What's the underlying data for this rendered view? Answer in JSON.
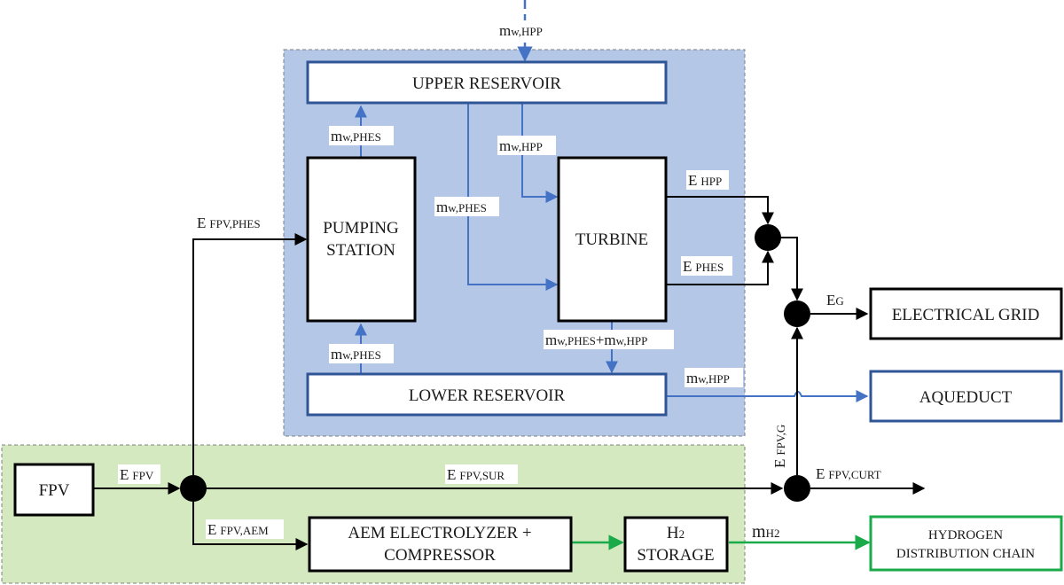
{
  "diagram": {
    "colors": {
      "phes_region": "#b4c7e7",
      "fpv_region": "#d4e9bf",
      "water_flow": "#4472c4",
      "hydrogen_flow": "#1aaa4a",
      "energy_flow": "#000000",
      "region_border": "#7f7f7f"
    },
    "blocks": {
      "upper_reservoir": "UPPER RESERVOIR",
      "pumping_station_l1": "PUMPING",
      "pumping_station_l2": "STATION",
      "turbine": "TURBINE",
      "lower_reservoir": "LOWER RESERVOIR",
      "electrical_grid": "ELECTRICAL GRID",
      "aqueduct": "AQUEDUCT",
      "fpv": "FPV",
      "electrolyzer_l1": "AEM ELECTROLYZER +",
      "electrolyzer_l2": "COMPRESSOR",
      "h2_storage_l1_main": "H",
      "h2_storage_l1_sub": "2",
      "h2_storage_l2": "STORAGE",
      "hydrogen_chain_l1": "HYDROGEN",
      "hydrogen_chain_l2": "DISTRIBUTION CHAIN"
    },
    "flows": {
      "mw_hpp_in": {
        "main": "m",
        "sub": "w,HPP"
      },
      "mw_phes_up": {
        "main": "m",
        "sub": "w,PHES"
      },
      "mw_hpp_turbine": {
        "main": "m",
        "sub": "w,HPP"
      },
      "mw_phes_turbine": {
        "main": "m",
        "sub": "w,PHES"
      },
      "mw_phes_pump_in": {
        "main": "m",
        "sub": "w,PHES"
      },
      "mw_turbine_out": {
        "main1": "m",
        "sub1": "w,PHES",
        "plus": "+",
        "main2": "m",
        "sub2": "w,HPP"
      },
      "mw_hpp_aqueduct": {
        "main": "m",
        "sub": "w,HPP"
      },
      "e_hpp": {
        "main": "E",
        "sub": "HPP"
      },
      "e_phes": {
        "main": "E",
        "sub": "PHES"
      },
      "e_g": {
        "main": "E",
        "sub": "G"
      },
      "e_fpv_g": {
        "main": "E",
        "sub": "FPV,G"
      },
      "e_fpv_phes": {
        "main": "E",
        "sub": "FPV,PHES"
      },
      "e_fpv": {
        "main": "E",
        "sub": "FPV"
      },
      "e_fpv_sur": {
        "main": "E",
        "sub": "FPV,SUR"
      },
      "e_fpv_curt": {
        "main": "E",
        "sub": "FPV,CURT"
      },
      "e_fpv_aem": {
        "main": "E",
        "sub": "FPV,AEM"
      },
      "m_h2": {
        "main": "m",
        "sub": "H2"
      }
    }
  }
}
